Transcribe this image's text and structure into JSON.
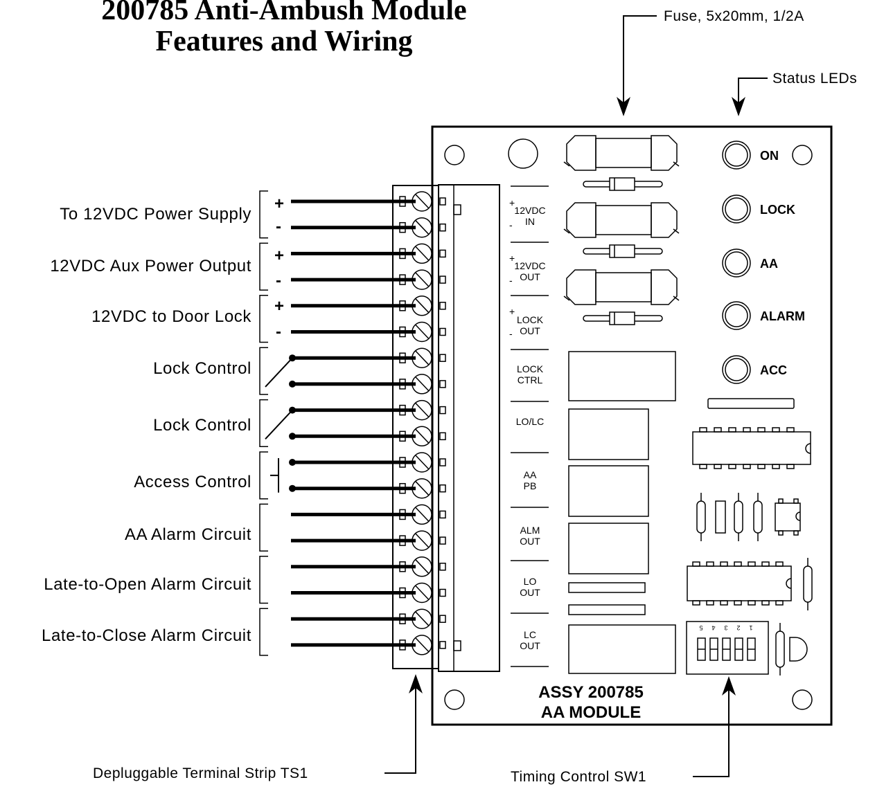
{
  "title": {
    "line1": "200785 Anti-Ambush Module",
    "line2": "Features and Wiring"
  },
  "callouts": {
    "fuse": "Fuse, 5x20mm, 1/2A",
    "leds": "Status LEDs",
    "terminal": "Depluggable Terminal Strip TS1",
    "timing": "Timing Control SW1"
  },
  "wiring_labels": [
    "To 12VDC Power Supply",
    "12VDC Aux Power Output",
    "12VDC to Door Lock",
    "Lock Control",
    "Lock Control",
    "Access Control",
    "AA Alarm Circuit",
    "Late-to-Open Alarm Circuit",
    "Late-to-Close Alarm Circuit"
  ],
  "polarity": {
    "plus": "+",
    "minus": "-"
  },
  "terminal_labels": [
    {
      "l1": "12VDC",
      "l2": "IN"
    },
    {
      "l1": "12VDC",
      "l2": "OUT"
    },
    {
      "l1": "LOCK",
      "l2": "OUT"
    },
    {
      "l1": "LOCK",
      "l2": "CTRL"
    },
    {
      "l1": "LO/LC",
      "l2": ""
    },
    {
      "l1": "AA",
      "l2": "PB"
    },
    {
      "l1": "ALM",
      "l2": "OUT"
    },
    {
      "l1": "LO",
      "l2": "OUT"
    },
    {
      "l1": "LC",
      "l2": "OUT"
    }
  ],
  "leds": [
    "ON",
    "LOCK",
    "AA",
    "ALARM",
    "ACC"
  ],
  "switch_numbers": [
    "5",
    "4",
    "3",
    "2",
    "1"
  ],
  "board_label": {
    "line1": "ASSY 200785",
    "line2": "AA MODULE"
  }
}
